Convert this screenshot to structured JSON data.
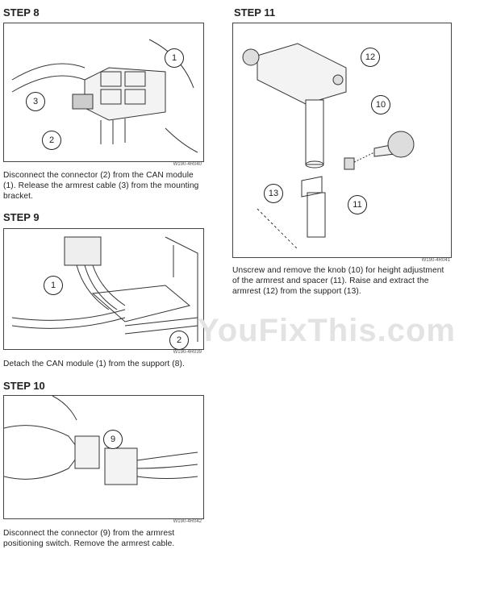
{
  "watermark": "YouFixThis.com",
  "steps": [
    {
      "heading": "STEP 8",
      "figure_code": "W190-4R040",
      "callouts": [
        "1",
        "3",
        "2"
      ],
      "text": "Disconnect the connector (2) from the CAN module (1). Release the armrest cable (3) from the mounting bracket."
    },
    {
      "heading": "STEP 9",
      "figure_code": "W190-4R039",
      "callouts": [
        "1",
        "2"
      ],
      "text": "Detach the CAN module (1) from the support (8)."
    },
    {
      "heading": "STEP 10",
      "figure_code": "W190-4R042",
      "callouts": [
        "9"
      ],
      "text": "Disconnect the connector (9) from the armrest positioning switch. Remove the armrest cable."
    },
    {
      "heading": "STEP 11",
      "figure_code": "W190-4R041",
      "callouts": [
        "12",
        "10",
        "13",
        "11"
      ],
      "text": "Unscrew and remove the knob (10) for height adjustment of the armrest and spacer (11). Raise and extract the armrest (12) from the support (13)."
    }
  ]
}
